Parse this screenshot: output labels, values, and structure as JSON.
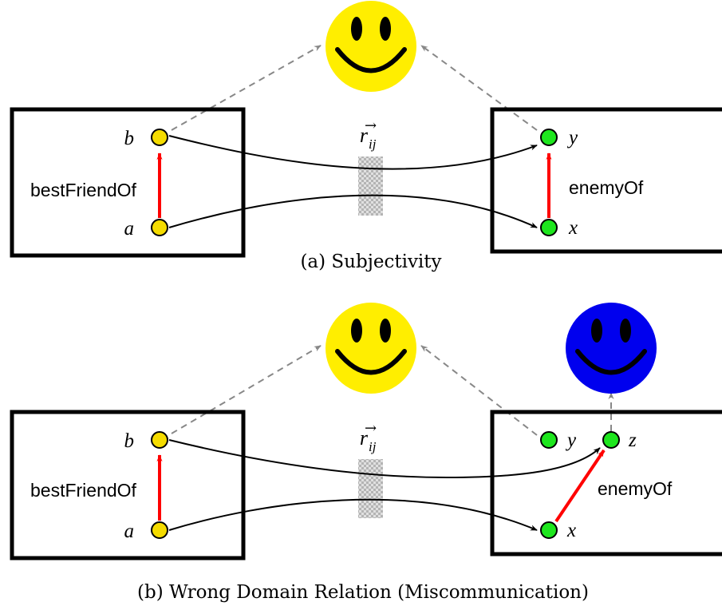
{
  "panel_a": {
    "caption": "(a) Subjectivity",
    "left_relation": "bestFriendOf",
    "right_relation": "enemyOf",
    "node_b": "b",
    "node_a": "a",
    "node_y": "y",
    "node_x": "x",
    "mapping_r": "r",
    "mapping_sub": "ij",
    "mapping_arrow": "→"
  },
  "panel_b": {
    "caption": "(b) Wrong Domain Relation (Miscommunication)",
    "left_relation": "bestFriendOf",
    "right_relation": "enemyOf",
    "node_b": "b",
    "node_a": "a",
    "node_y": "y",
    "node_z": "z",
    "node_x": "x",
    "mapping_r": "r",
    "mapping_sub": "ij",
    "mapping_arrow": "→"
  },
  "colors": {
    "left_node": "#f5dc00",
    "right_node": "#1ee61e",
    "relation_arrow": "#ff0000",
    "smiley_yellow": "#ffee00",
    "smiley_blue": "#0000ee",
    "dashed": "#888888"
  },
  "icons": [
    "smiley-yellow-icon",
    "smiley-blue-icon"
  ]
}
